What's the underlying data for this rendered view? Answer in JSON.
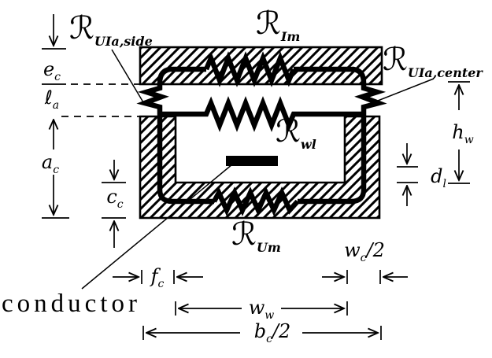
{
  "figure": {
    "conductor_label": "conductor",
    "resistances": {
      "uia_side": {
        "symbol": "ℛ",
        "sub": "UIa,side"
      },
      "im": {
        "symbol": "ℛ",
        "sub": "Im"
      },
      "uia_center": {
        "symbol": "ℛ",
        "sub": "UIa,center"
      },
      "wl": {
        "symbol": "ℛ",
        "sub": "wl"
      },
      "um": {
        "symbol": "ℛ",
        "sub": "Um"
      }
    },
    "dimensions": {
      "ec": {
        "main": "e",
        "sub": "c"
      },
      "la": {
        "main": "ℓ",
        "sub": "a"
      },
      "ac": {
        "main": "a",
        "sub": "c"
      },
      "cc": {
        "main": "c",
        "sub": "c"
      },
      "hw": {
        "main": "h",
        "sub": "w"
      },
      "dl": {
        "main": "d",
        "sub": "l"
      },
      "fc": {
        "main": "f",
        "sub": "c"
      },
      "wc_half": {
        "main": "w",
        "sub": "c",
        "suffix": "/2"
      },
      "ww": {
        "main": "w",
        "sub": "w"
      },
      "bc_half": {
        "main": "b",
        "sub": "c",
        "suffix": "/2"
      }
    },
    "colors": {
      "ink": "#000000",
      "background": "#ffffff"
    }
  }
}
